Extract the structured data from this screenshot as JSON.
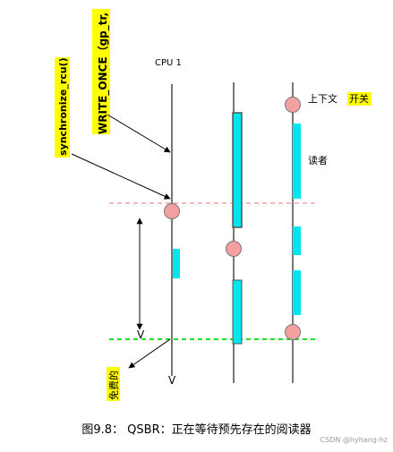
{
  "labels": {
    "write_once": "WRITE_ONCE（gp_tr,",
    "synchronize_rcu": "synchronize_rcu()",
    "cpu1": "CPU 1",
    "context": "上下文",
    "switch": "开关",
    "reader": "读者",
    "free": "免费的",
    "v_mark_1": "V",
    "v_mark_2": "V"
  },
  "caption": "图9.8：  QSBR：正在等待预先存在的阅读器",
  "watermark": "CSDN @hyhang-hz",
  "colors": {
    "highlight": "#ffff00",
    "reader_bar": "#00e5ee",
    "context_switch_circle": "#f4a0a0",
    "grace_start_line": "#f4a0a0",
    "grace_end_line": "#22dd22",
    "timeline": "#777777"
  }
}
